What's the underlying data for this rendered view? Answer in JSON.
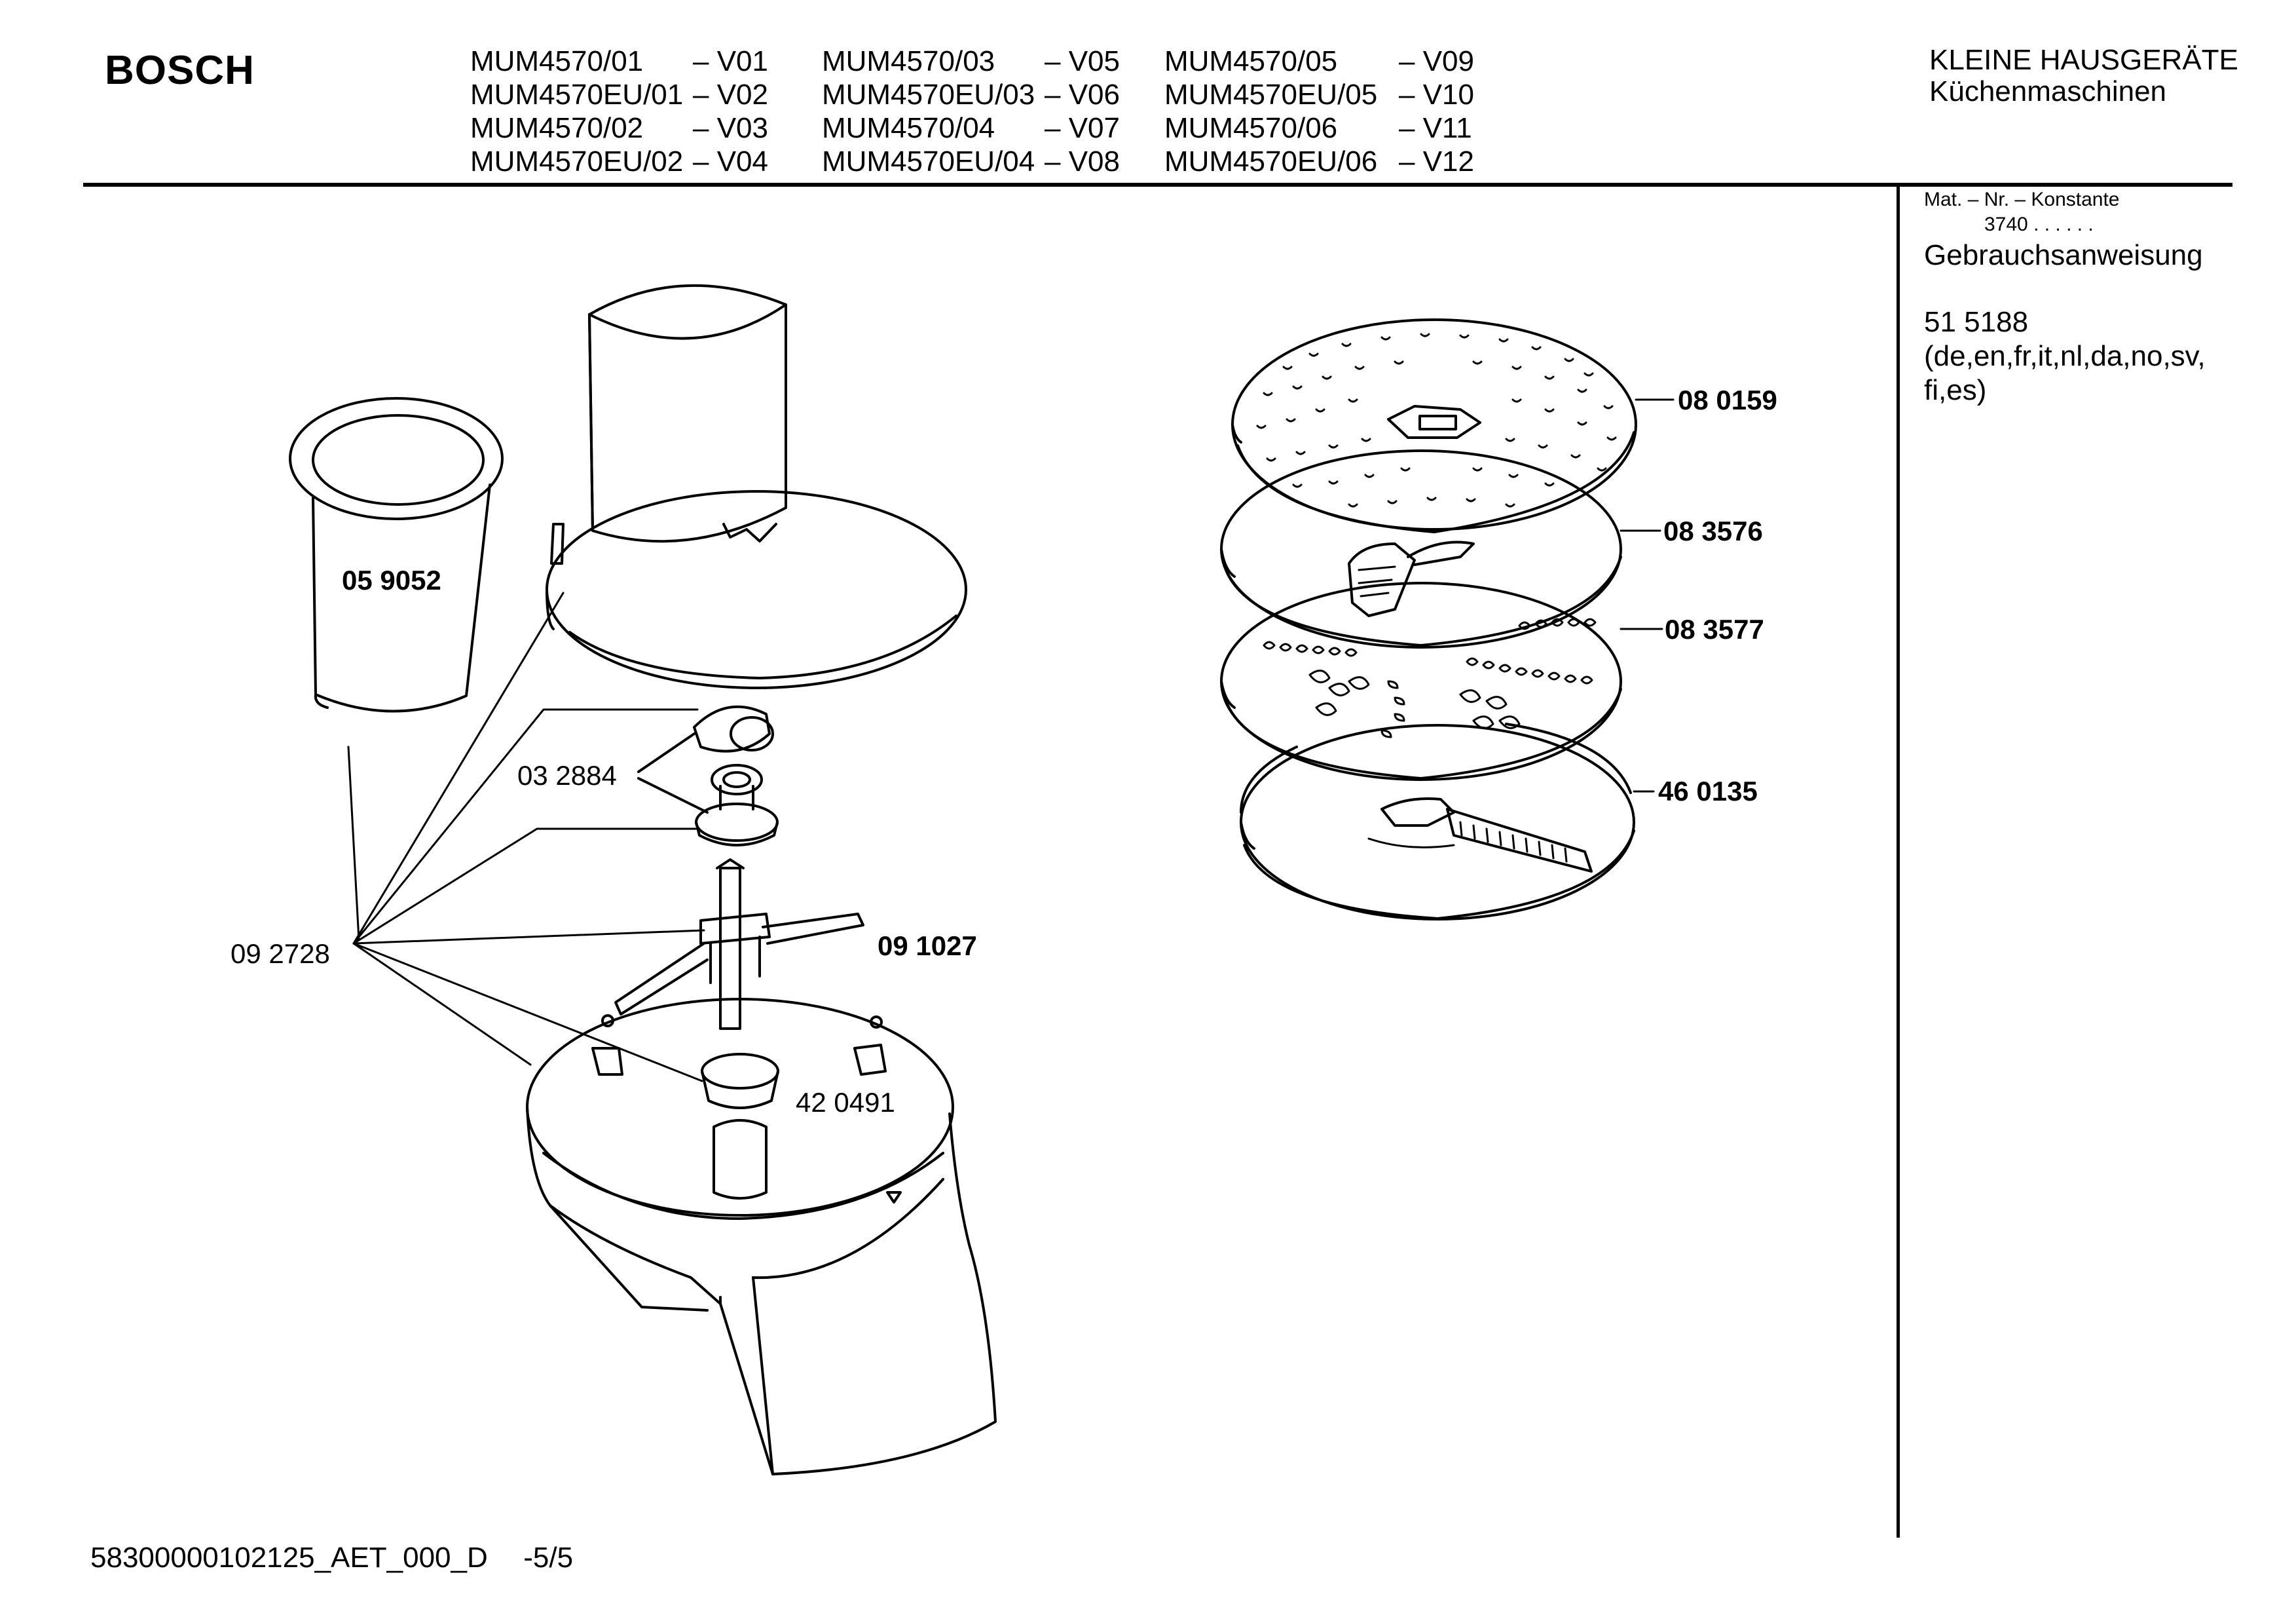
{
  "header": {
    "brand": "BOSCH",
    "models": [
      [
        {
          "code": "MUM4570/01",
          "var": "– V01"
        },
        {
          "code": "MUM4570/03",
          "var": "– V05"
        },
        {
          "code": "MUM4570/05",
          "var": "– V09"
        }
      ],
      [
        {
          "code": "MUM4570EU/01",
          "var": "– V02"
        },
        {
          "code": "MUM4570EU/03",
          "var": "– V06"
        },
        {
          "code": "MUM4570EU/05",
          "var": "– V10"
        }
      ],
      [
        {
          "code": "MUM4570/02",
          "var": "– V03"
        },
        {
          "code": "MUM4570/04",
          "var": "– V07"
        },
        {
          "code": "MUM4570/06",
          "var": "– V11"
        }
      ],
      [
        {
          "code": "MUM4570EU/02",
          "var": "– V04"
        },
        {
          "code": "MUM4570EU/04",
          "var": "– V08"
        },
        {
          "code": "MUM4570EU/06",
          "var": "– V12"
        }
      ]
    ],
    "category": "KLEINE HAUSGERÄTE",
    "subcategory": "Küchenmaschinen"
  },
  "sidebar": {
    "mat_label": "Mat. – Nr. – Konstante",
    "mat_value": "3740 .  .  .  .  .  .",
    "doc_title": "Gebrauchsanweisung",
    "doc_number": "51 5188",
    "languages_1": "(de,en,fr,it,nl,da,no,sv,",
    "languages_2": "fi,es)"
  },
  "parts": {
    "p059052": "05 9052",
    "p032884": "03 2884",
    "p092728": "09 2728",
    "p091027": "09 1027",
    "p420491": "42 0491",
    "p080159": "08 0159",
    "p083576": "08 3576",
    "p083577": "08 3577",
    "p460135": "46 0135"
  },
  "footer": {
    "doc_id": "58300000102125_AET_000_D",
    "page": "-5/5"
  }
}
